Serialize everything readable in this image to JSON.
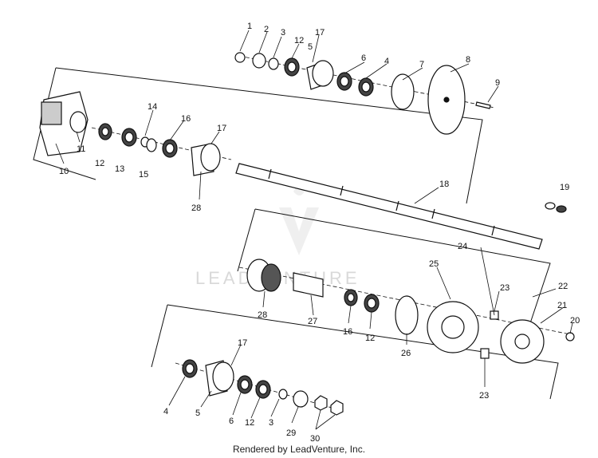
{
  "footer": "Rendered by LeadVenture, Inc.",
  "watermark": {
    "text": "LEADVENTURE"
  },
  "colors": {
    "ink": "#111111",
    "background": "#ffffff",
    "watermark": "#d9d9d9"
  },
  "callouts": [
    "1",
    "2",
    "3",
    "12",
    "17",
    "5",
    "6",
    "4",
    "7",
    "8",
    "9",
    "14",
    "16",
    "17",
    "11",
    "10",
    "12",
    "13",
    "15",
    "28",
    "18",
    "19",
    "24",
    "25",
    "23",
    "22",
    "21",
    "20",
    "28",
    "27",
    "16",
    "12",
    "26",
    "23",
    "17",
    "4",
    "5",
    "6",
    "12",
    "3",
    "29",
    "30"
  ]
}
